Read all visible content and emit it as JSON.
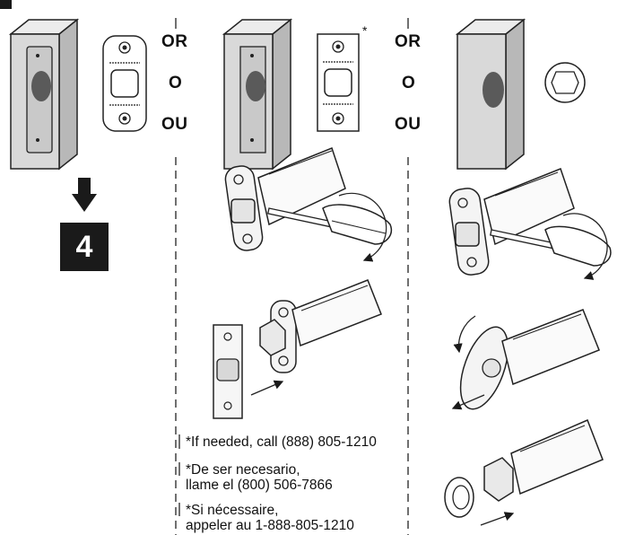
{
  "step": {
    "number": "4"
  },
  "or_labels": {
    "column_a": [
      "OR",
      "O",
      "OU"
    ],
    "column_b": [
      "OR",
      "O",
      "OU"
    ]
  },
  "asterisk": "*",
  "notes": {
    "english": "*If needed, call (888) 805-1210",
    "spanish_line1": "*De ser necesario,",
    "spanish_line2": "llame el (800) 506-7866",
    "french_line1": "*Si nécessaire,",
    "french_line2": "appeler au 1-888-805-1210"
  },
  "colors": {
    "ink": "#1a1a1a",
    "door_face": "#d9d9d9",
    "door_side": "#b8b8b8",
    "bore": "#5a5a5a"
  }
}
